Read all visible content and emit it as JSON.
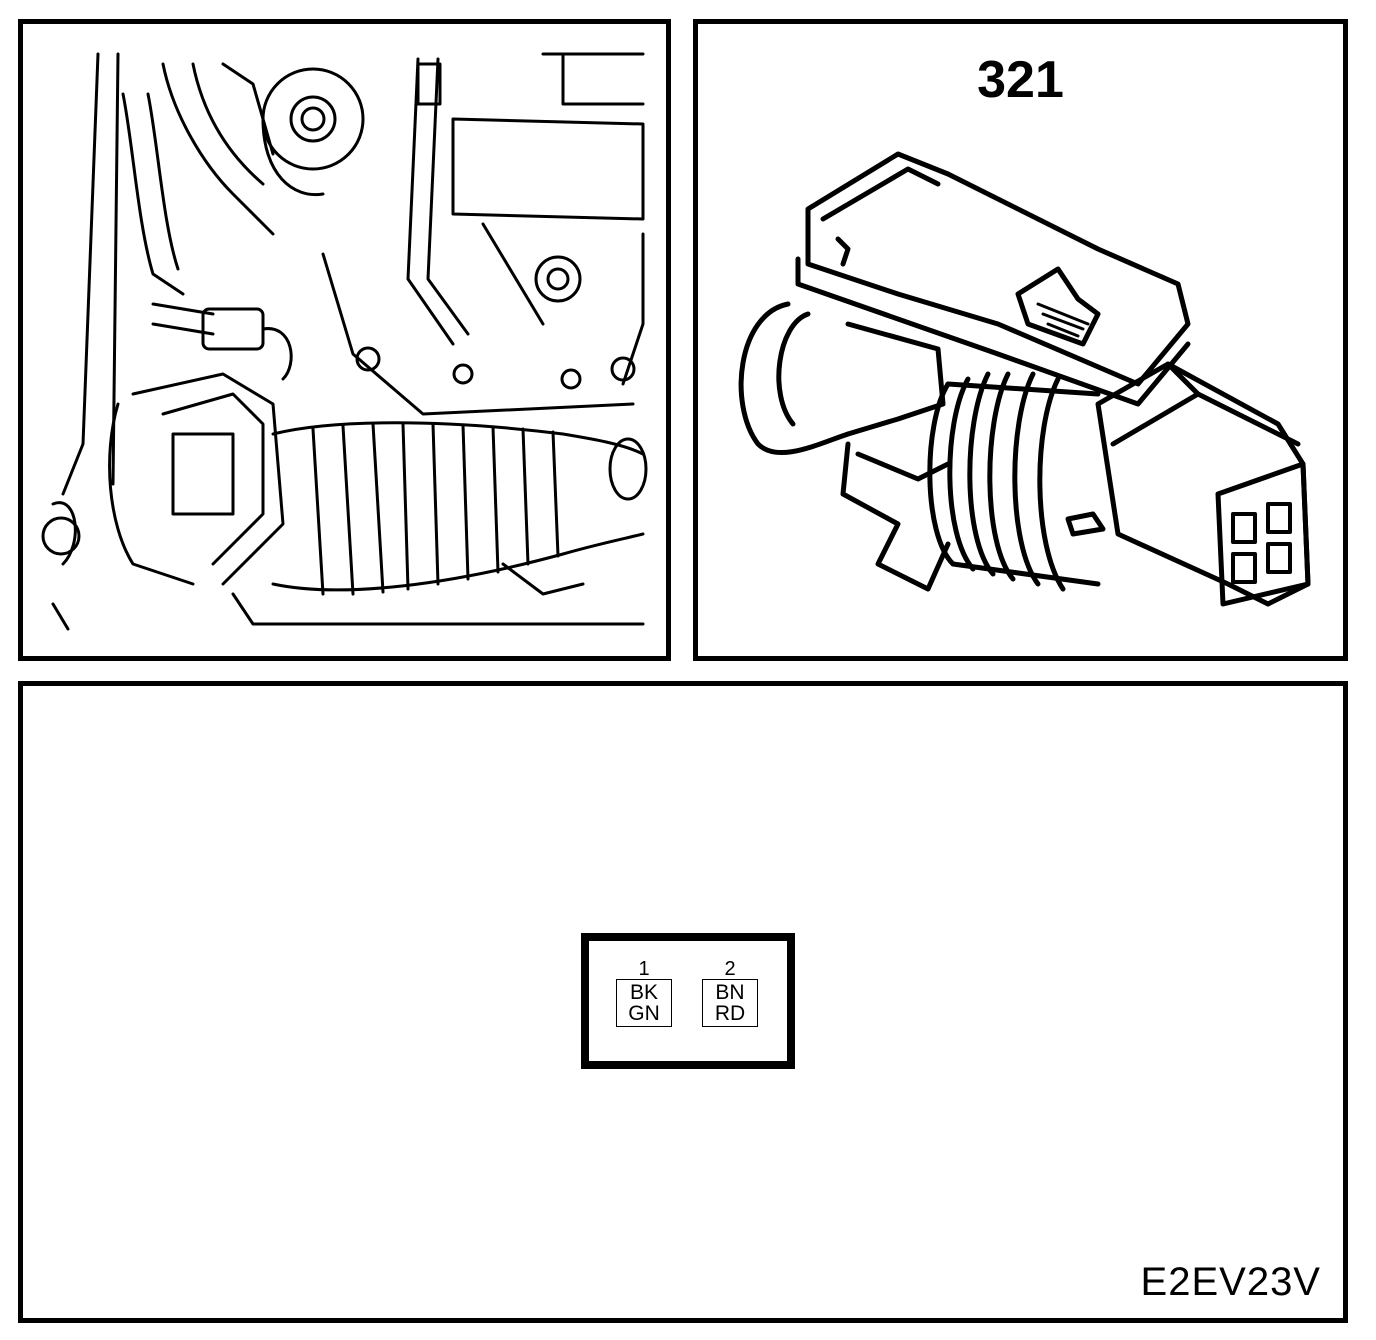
{
  "connector": {
    "number": "321"
  },
  "pinout": {
    "pins": [
      {
        "number": "1",
        "color_top": "BK",
        "color_bottom": "GN"
      },
      {
        "number": "2",
        "color_top": "BN",
        "color_bottom": "RD"
      }
    ]
  },
  "figure": {
    "code": "E2EV23V"
  },
  "icons": {
    "engine": "engine-bay-illustration-icon",
    "connector": "connector-illustration-icon"
  },
  "colors": {
    "line": "#000000",
    "background": "#ffffff"
  }
}
